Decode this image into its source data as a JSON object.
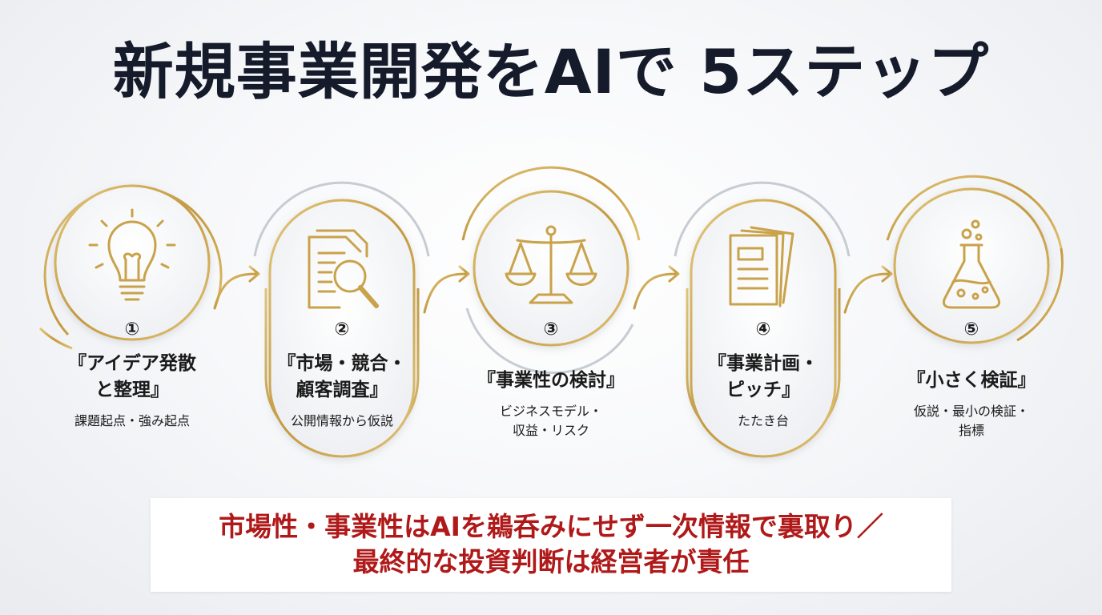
{
  "title": "新規事業開発をAIで 5ステップ",
  "colors": {
    "gold": "#c9a24a",
    "dark": "#151b2b",
    "red": "#b01919",
    "silver": "#c7cbd2"
  },
  "steps": [
    {
      "number": "①",
      "label_lines": [
        "『アイデア発散",
        "と整理』"
      ],
      "desc_lines": [
        "課題起点・強み起点"
      ],
      "icon": "lightbulb-icon"
    },
    {
      "number": "②",
      "label_lines": [
        "『市場・競合・",
        "顧客調査』"
      ],
      "desc_lines": [
        "公開情報から仮説"
      ],
      "icon": "document-magnifier-icon"
    },
    {
      "number": "③",
      "label_lines": [
        "『事業性の検討』"
      ],
      "desc_lines": [
        "ビジネスモデル・",
        "収益・リスク"
      ],
      "icon": "balance-scale-icon"
    },
    {
      "number": "④",
      "label_lines": [
        "『事業計画・",
        "ピッチ』"
      ],
      "desc_lines": [
        "たたき台"
      ],
      "icon": "documents-stack-icon"
    },
    {
      "number": "⑤",
      "label_lines": [
        "『小さく検証』"
      ],
      "desc_lines": [
        "仮説・最小の検証・",
        "指標"
      ],
      "icon": "flask-icon"
    }
  ],
  "note": {
    "lines": [
      "市場性・事業性はAIを鵜呑みにせず一次情報で裏取り／",
      "最終的な投資判断は経営者が責任"
    ]
  }
}
